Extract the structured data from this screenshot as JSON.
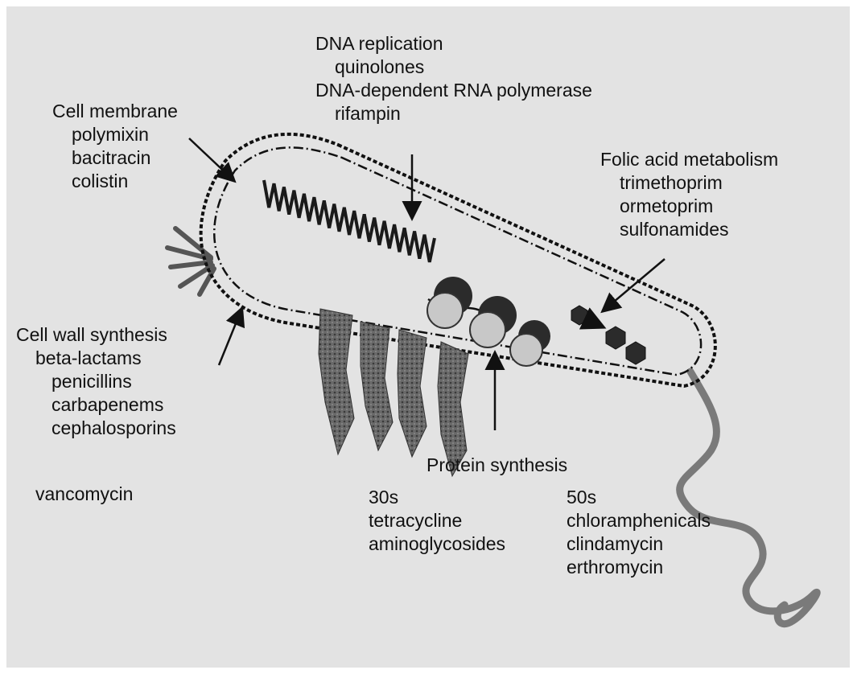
{
  "dna": {
    "heading": "DNA replication",
    "drug1": "quinolones",
    "heading2": "DNA-dependent RNA polymerase",
    "drug2": "rifampin"
  },
  "membrane": {
    "heading": "Cell membrane",
    "drugs": [
      "polymixin",
      "bacitracin",
      "colistin"
    ]
  },
  "folic": {
    "heading": "Folic acid metabolism",
    "drugs": [
      "trimethoprim",
      "ormetoprim",
      "sulfonamides"
    ]
  },
  "cellwall": {
    "heading": "Cell wall synthesis",
    "drugs": [
      "beta-lactams",
      "penicillins",
      "carbapenems",
      "cephalosporins"
    ],
    "extra": "vancomycin"
  },
  "protein": {
    "heading": "Protein synthesis",
    "s30": {
      "heading": "30s",
      "drugs": [
        "tetracycline",
        "aminoglycosides"
      ]
    },
    "s50": {
      "heading": "50s",
      "drugs": [
        "chloramphenicals",
        "clindamycin",
        "erthromycin"
      ]
    }
  },
  "colors": {
    "background": "#e3e3e3",
    "outline": "#111111",
    "dark_shape": "#2b2b2b",
    "light_shape": "#c8c8c8",
    "flagellum": "#7a7a7a",
    "pili": "#6a6a6a"
  }
}
